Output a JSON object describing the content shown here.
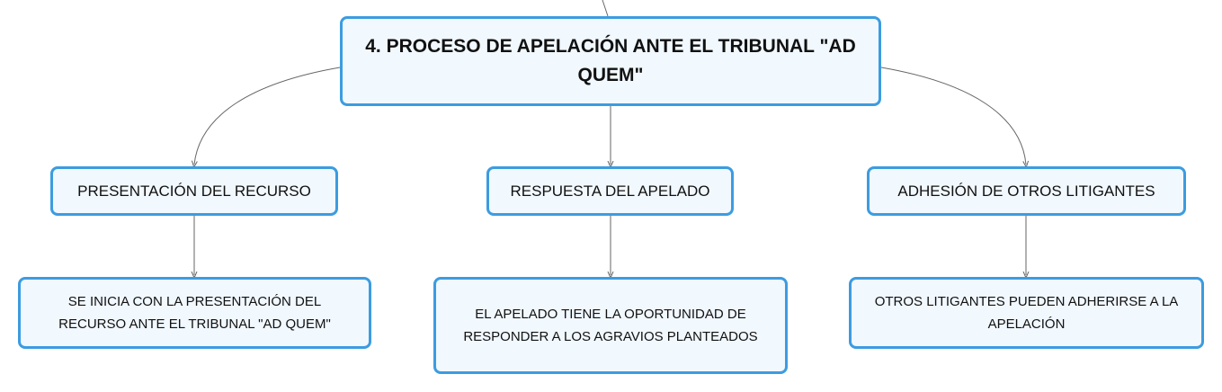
{
  "root": {
    "label": "4. PROCESO DE APELACIÓN ANTE EL TRIBUNAL \"AD QUEM\""
  },
  "branches": [
    {
      "label": "PRESENTACIÓN DEL RECURSO",
      "detail": "SE INICIA CON LA PRESENTACIÓN DEL RECURSO ANTE EL TRIBUNAL \"AD QUEM\""
    },
    {
      "label": "RESPUESTA DEL APELADO",
      "detail": "EL APELADO TIENE LA OPORTUNIDAD DE RESPONDER A LOS AGRAVIOS PLANTEADOS"
    },
    {
      "label": "ADHESIÓN DE OTROS LITIGANTES",
      "detail": "OTROS LITIGANTES PUEDEN ADHERIRSE A LA APELACIÓN"
    }
  ],
  "colors": {
    "node_border": "#3c9ce0",
    "node_fill": "#f1f8fe",
    "connector": "#666666",
    "text": "#111111"
  }
}
